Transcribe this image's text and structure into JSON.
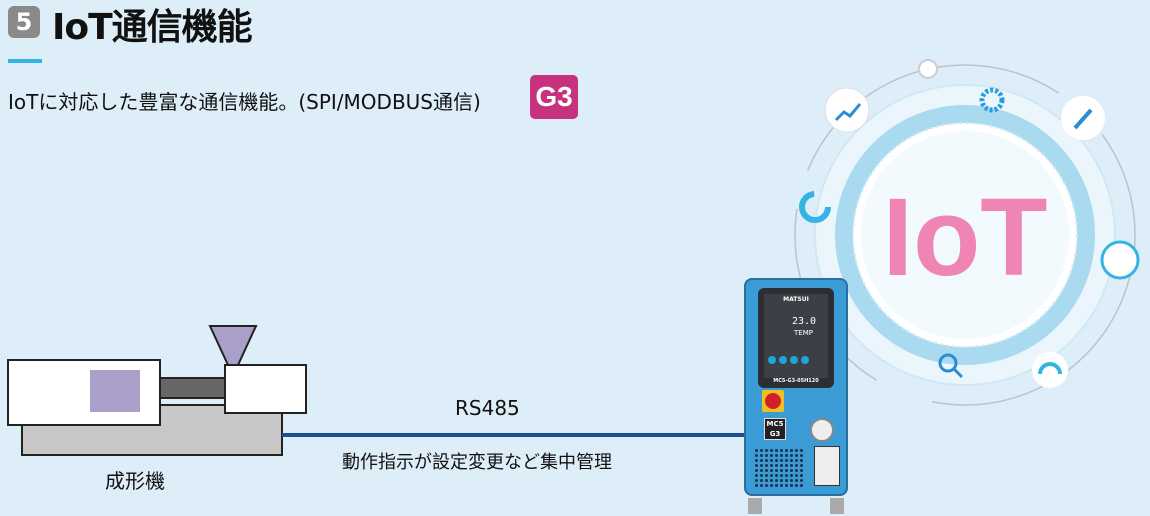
{
  "section_number": "5",
  "title": "IoT通信機能",
  "subtitle": "IoTに対応した豊富な通信機能。(SPI/MODBUS通信)",
  "badge": "G3",
  "iot_label": "IoT",
  "connection": {
    "protocol": "RS485",
    "caption": "動作指示が設定変更など集中管理"
  },
  "machine_label": "成形機",
  "controller": {
    "brand": "MATSUI",
    "display_value": "23.0",
    "display_label": "TEMP",
    "model": "MC5-G3-05H120",
    "plate_top": "MC5",
    "plate_bottom": "G3"
  },
  "colors": {
    "accent": "#35b3e3",
    "badge": "#c7327f",
    "iot": "#ee85b5",
    "wire": "#1b4f8e",
    "unit": "#3a9bd5"
  }
}
